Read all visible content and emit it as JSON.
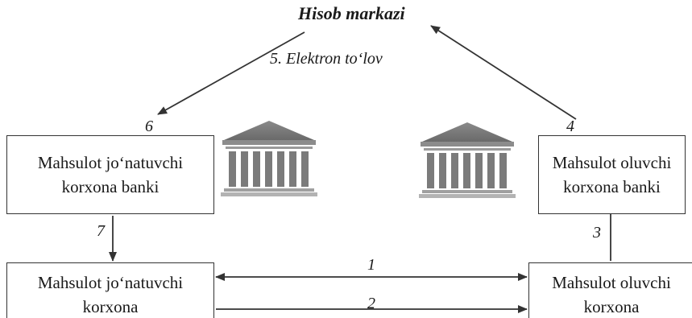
{
  "center": {
    "title": "Hisob markazi",
    "payment_label": "5. Elektron to‘lov"
  },
  "boxes": {
    "seller_bank": "Mahsulot jo‘natuvchi\nkorxona banki",
    "buyer_bank": "Mahsulot oluvchi\nkorxona banki",
    "seller": "Mahsulot jo‘natuvchi\nkorxona",
    "buyer": "Mahsulot oluvchi\nkorxona"
  },
  "steps": {
    "s1": "1",
    "s2": "2",
    "s3": "3",
    "s4": "4",
    "s6": "6",
    "s7": "7"
  },
  "icons": [
    "bank-building-icon",
    "bank-building-icon"
  ]
}
